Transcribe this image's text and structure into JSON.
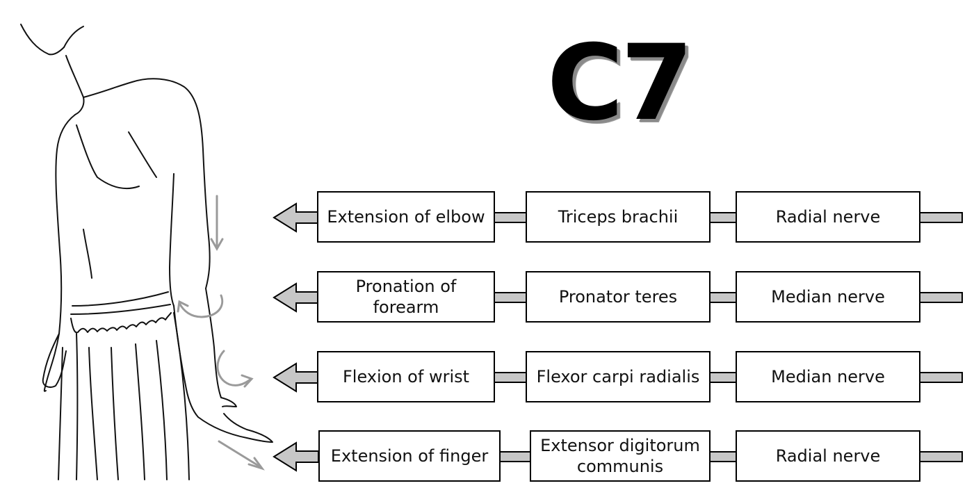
{
  "title": "C7",
  "rows": [
    {
      "action": "Extension of elbow",
      "muscle": "Triceps brachii",
      "nerve": "Radial nerve"
    },
    {
      "action": "Pronation of forearm",
      "muscle": "Pronator teres",
      "nerve": "Median nerve"
    },
    {
      "action": "Flexion of wrist",
      "muscle": "Flexor carpi radialis",
      "nerve": "Median nerve"
    },
    {
      "action": "Extension of finger",
      "muscle": "Extensor digitorum communis",
      "nerve": "Radial nerve"
    }
  ],
  "colors": {
    "connector": "#c7c7c7",
    "motion_arrow": "#9a9a9a",
    "outline": "#000000"
  }
}
